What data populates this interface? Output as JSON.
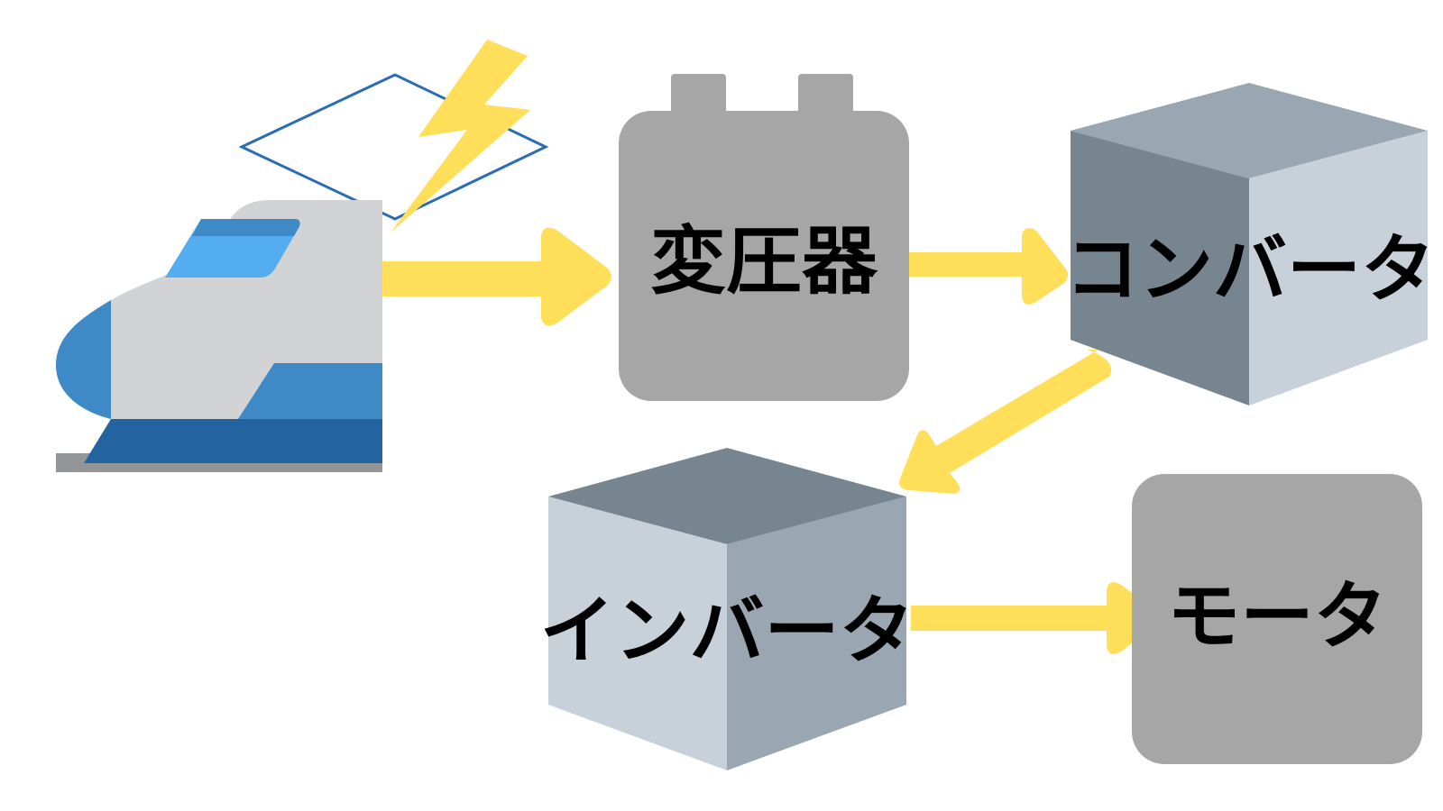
{
  "nodes": {
    "transformer": {
      "label": "変圧器"
    },
    "converter": {
      "label": "コンバータ"
    },
    "inverter": {
      "label": "インバータ"
    },
    "motor": {
      "label": "モータ"
    }
  },
  "colors": {
    "arrow": "#FFDE59",
    "gray_box": "#A6A6A6",
    "converter_front": "#778590",
    "converter_side": "#C8D0D9",
    "converter_top": "#9AA6B1",
    "inverter_front": "#C8D0D9",
    "inverter_side": "#9AA6B1",
    "inverter_top": "#778590",
    "train_body": "#D1D3D4",
    "train_blue": "#3E8AC6",
    "train_dark_blue": "#2364A0",
    "train_window": "#53ADEF",
    "pantograph": "#2B6DB5",
    "lightning": "#FFDE59"
  },
  "icons": {
    "train": "shinkansen-train-icon",
    "lightning": "lightning-icon",
    "pantograph": "overhead-wire-icon"
  }
}
